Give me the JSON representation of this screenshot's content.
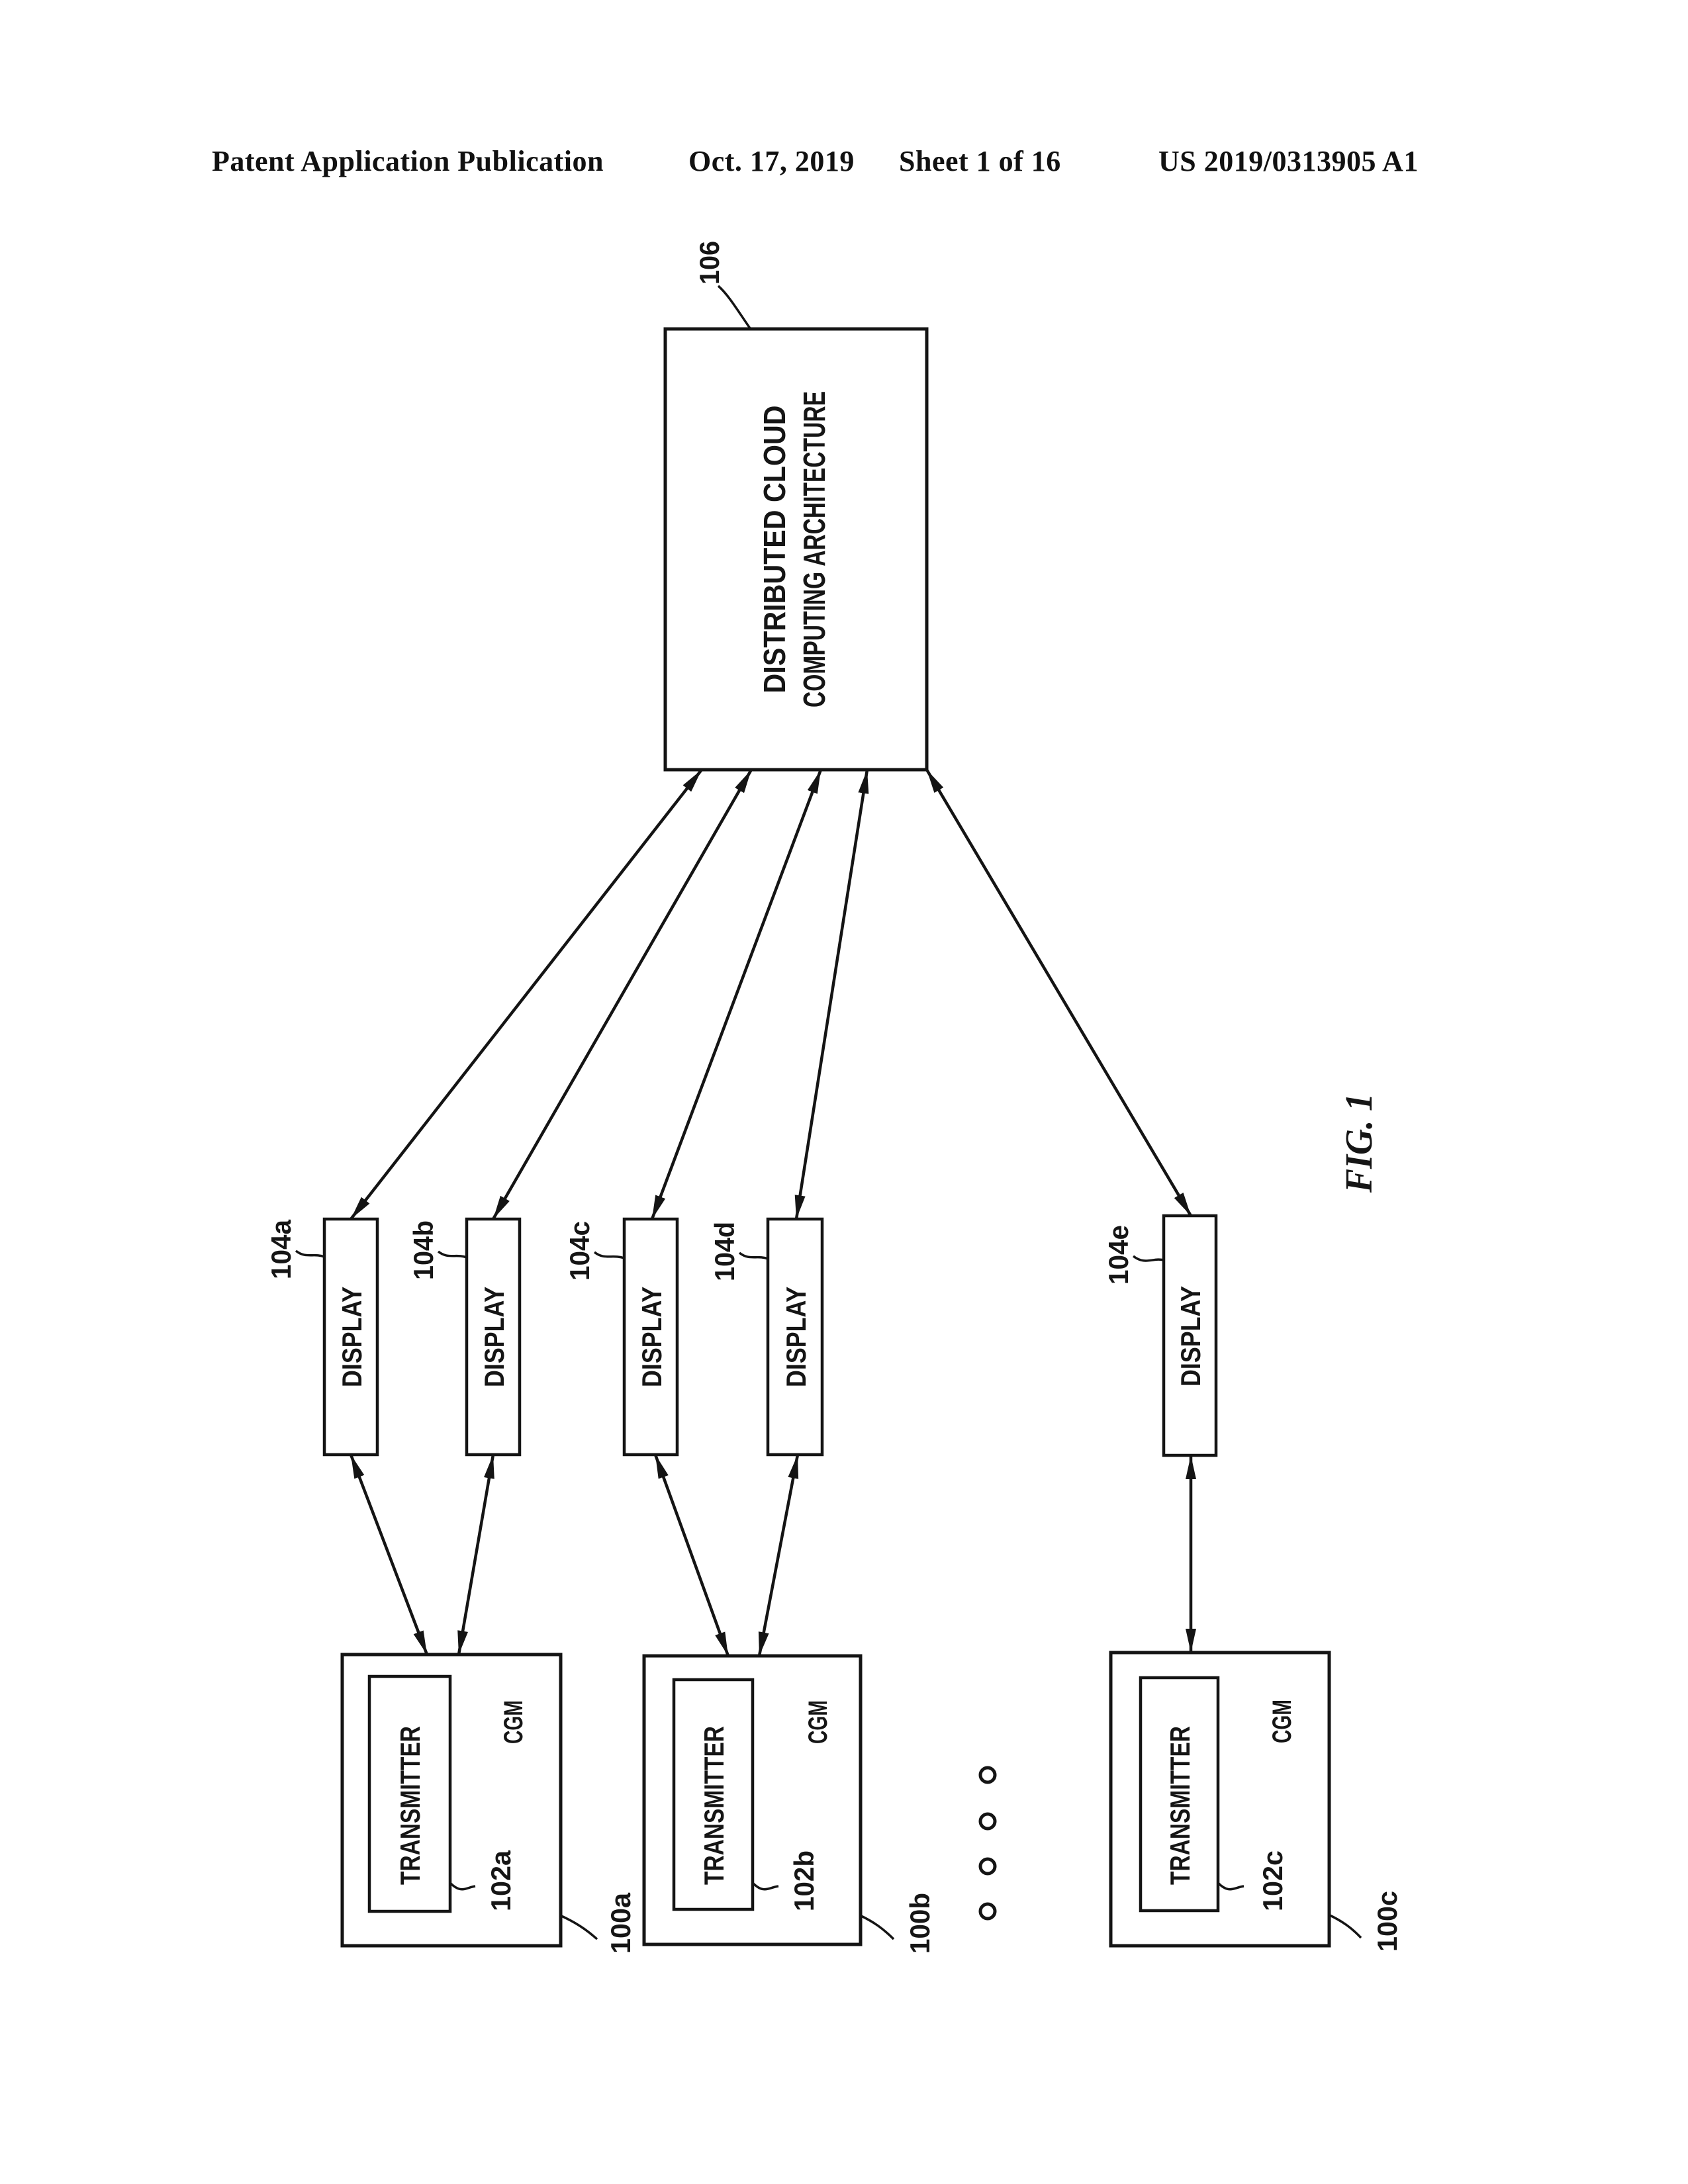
{
  "header": {
    "publication": "Patent Application Publication",
    "date": "Oct. 17, 2019",
    "sheet": "Sheet 1 of 16",
    "patent_number": "US 2019/0313905 A1"
  },
  "figure": {
    "label": "FIG. 1"
  },
  "cloud": {
    "ref": "106",
    "title_line1": "DISTRIBUTED CLOUD",
    "title_line2": "COMPUTING ARCHITECTURE"
  },
  "displays": [
    {
      "ref": "104a",
      "label": "DISPLAY"
    },
    {
      "ref": "104b",
      "label": "DISPLAY"
    },
    {
      "ref": "104c",
      "label": "DISPLAY"
    },
    {
      "ref": "104d",
      "label": "DISPLAY"
    },
    {
      "ref": "104e",
      "label": "DISPLAY"
    }
  ],
  "cgm_units": [
    {
      "ref": "100a",
      "device_label": "CGM",
      "transmitter_label": "TRANSMITTER",
      "transmitter_ref": "102a"
    },
    {
      "ref": "100b",
      "device_label": "CGM",
      "transmitter_label": "TRANSMITTER",
      "transmitter_ref": "102b"
    },
    {
      "ref": "100c",
      "device_label": "CGM",
      "transmitter_label": "TRANSMITTER",
      "transmitter_ref": "102c"
    }
  ]
}
